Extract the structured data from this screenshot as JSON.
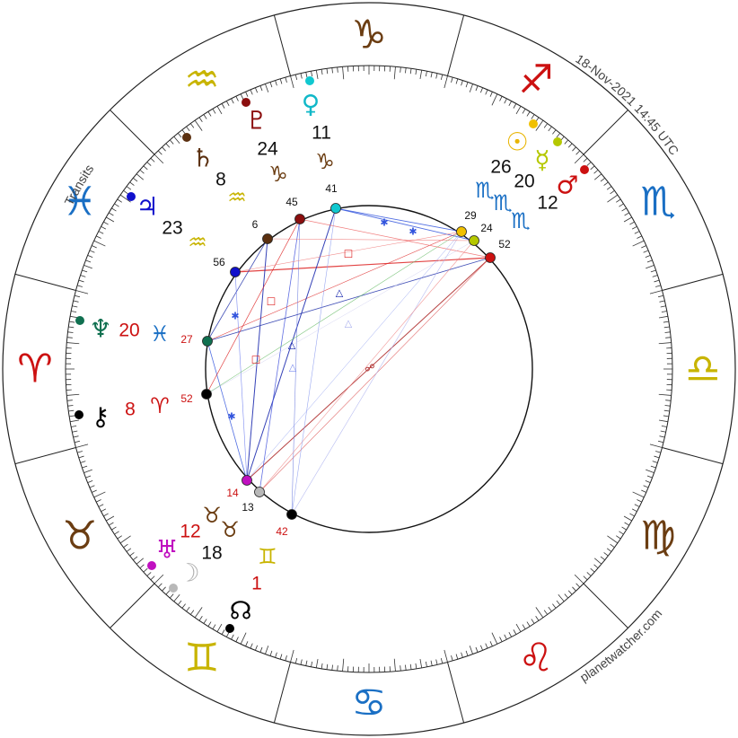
{
  "header": {
    "left_label": "Transits",
    "right_label": "18-Nov-2021 14:45 UTC",
    "footer_label": "planetwatcher.com"
  },
  "signs": [
    {
      "key": "capricorn",
      "glyph": "♑",
      "color": "#6b3d12"
    },
    {
      "key": "sagittarius",
      "glyph": "♐",
      "color": "#cc1111"
    },
    {
      "key": "scorpio",
      "glyph": "♏",
      "color": "#1a6fc4"
    },
    {
      "key": "libra",
      "glyph": "♎",
      "color": "#c8b400"
    },
    {
      "key": "virgo",
      "glyph": "♍",
      "color": "#6b3d12"
    },
    {
      "key": "leo",
      "glyph": "♌",
      "color": "#cc1111"
    },
    {
      "key": "cancer",
      "glyph": "♋",
      "color": "#1a6fc4"
    },
    {
      "key": "gemini",
      "glyph": "♊",
      "color": "#c8b400"
    },
    {
      "key": "taurus",
      "glyph": "♉",
      "color": "#6b3d12"
    },
    {
      "key": "aries",
      "glyph": "♈",
      "color": "#cc1111"
    },
    {
      "key": "pisces",
      "glyph": "♓",
      "color": "#1a6fc4"
    },
    {
      "key": "aquarius",
      "glyph": "♒",
      "color": "#c8b400"
    }
  ],
  "planets": [
    {
      "key": "sun",
      "glyph": "☉",
      "color": "#e8b400",
      "dot": "#f0c000",
      "deg": "26",
      "sign_glyph": "♏",
      "sign_color": "#1a6fc4"
    },
    {
      "key": "mercury",
      "glyph": "☿",
      "color": "#b5c800",
      "dot": "#b5c800",
      "deg": "20",
      "sign_glyph": "♏",
      "sign_color": "#1a6fc4"
    },
    {
      "key": "mars",
      "glyph": "♂",
      "color": "#cc1111",
      "dot": "#cc1111",
      "deg": "12",
      "sign_glyph": "♏",
      "sign_color": "#1a6fc4"
    },
    {
      "key": "venus",
      "glyph": "♀",
      "color": "#10b8c8",
      "dot": "#10c8d0",
      "deg": "11",
      "sign_glyph": "♑",
      "sign_color": "#6b3d12"
    },
    {
      "key": "pluto",
      "glyph": "♇",
      "color": "#8b0e0e",
      "dot": "#8b0e0e",
      "deg": "24",
      "sign_glyph": "♑",
      "sign_color": "#6b3d12"
    },
    {
      "key": "saturn",
      "glyph": "♄",
      "color": "#5b3010",
      "dot": "#5b3010",
      "deg": "8",
      "sign_glyph": "♒",
      "sign_color": "#c8b400"
    },
    {
      "key": "jupiter",
      "glyph": "♃",
      "color": "#1010cc",
      "dot": "#1010cc",
      "deg": "23",
      "sign_glyph": "♒",
      "sign_color": "#c8b400"
    },
    {
      "key": "neptune",
      "glyph": "♆",
      "color": "#107050",
      "dot": "#107050",
      "deg": "20",
      "sign_glyph": "♓",
      "sign_color": "#1a6fc4"
    },
    {
      "key": "chiron",
      "glyph": "⚷",
      "color": "#000000",
      "dot": "#000000",
      "deg": "8",
      "sign_glyph": "♈",
      "sign_color": "#cc1111"
    },
    {
      "key": "uranus",
      "glyph": "♅",
      "color": "#c010c0",
      "dot": "#c010c0",
      "deg": "12",
      "sign_glyph": "♉",
      "sign_color": "#6b3d12"
    },
    {
      "key": "moon",
      "glyph": "☽",
      "color": "#b0b0b0",
      "dot": "#b8b8b8",
      "deg": "18",
      "sign_glyph": "♉",
      "sign_color": "#6b3d12"
    },
    {
      "key": "node",
      "glyph": "☊",
      "color": "#000000",
      "dot": "#000000",
      "deg": "1",
      "sign_glyph": "♊",
      "sign_color": "#c8b400"
    }
  ],
  "planet_numbers": [
    {
      "key": "sun",
      "text": "29"
    },
    {
      "key": "mercury",
      "text": "24"
    },
    {
      "key": "mars",
      "text": "52"
    },
    {
      "key": "venus",
      "text": "41"
    },
    {
      "key": "pluto",
      "text": "45"
    },
    {
      "key": "saturn",
      "text": "6"
    },
    {
      "key": "jupiter",
      "text": "56"
    },
    {
      "key": "neptune",
      "text": "27"
    },
    {
      "key": "chiron",
      "text": "52"
    },
    {
      "key": "uranus",
      "text": "14"
    },
    {
      "key": "moon",
      "text": "13"
    },
    {
      "key": "node",
      "text": "42"
    }
  ]
}
